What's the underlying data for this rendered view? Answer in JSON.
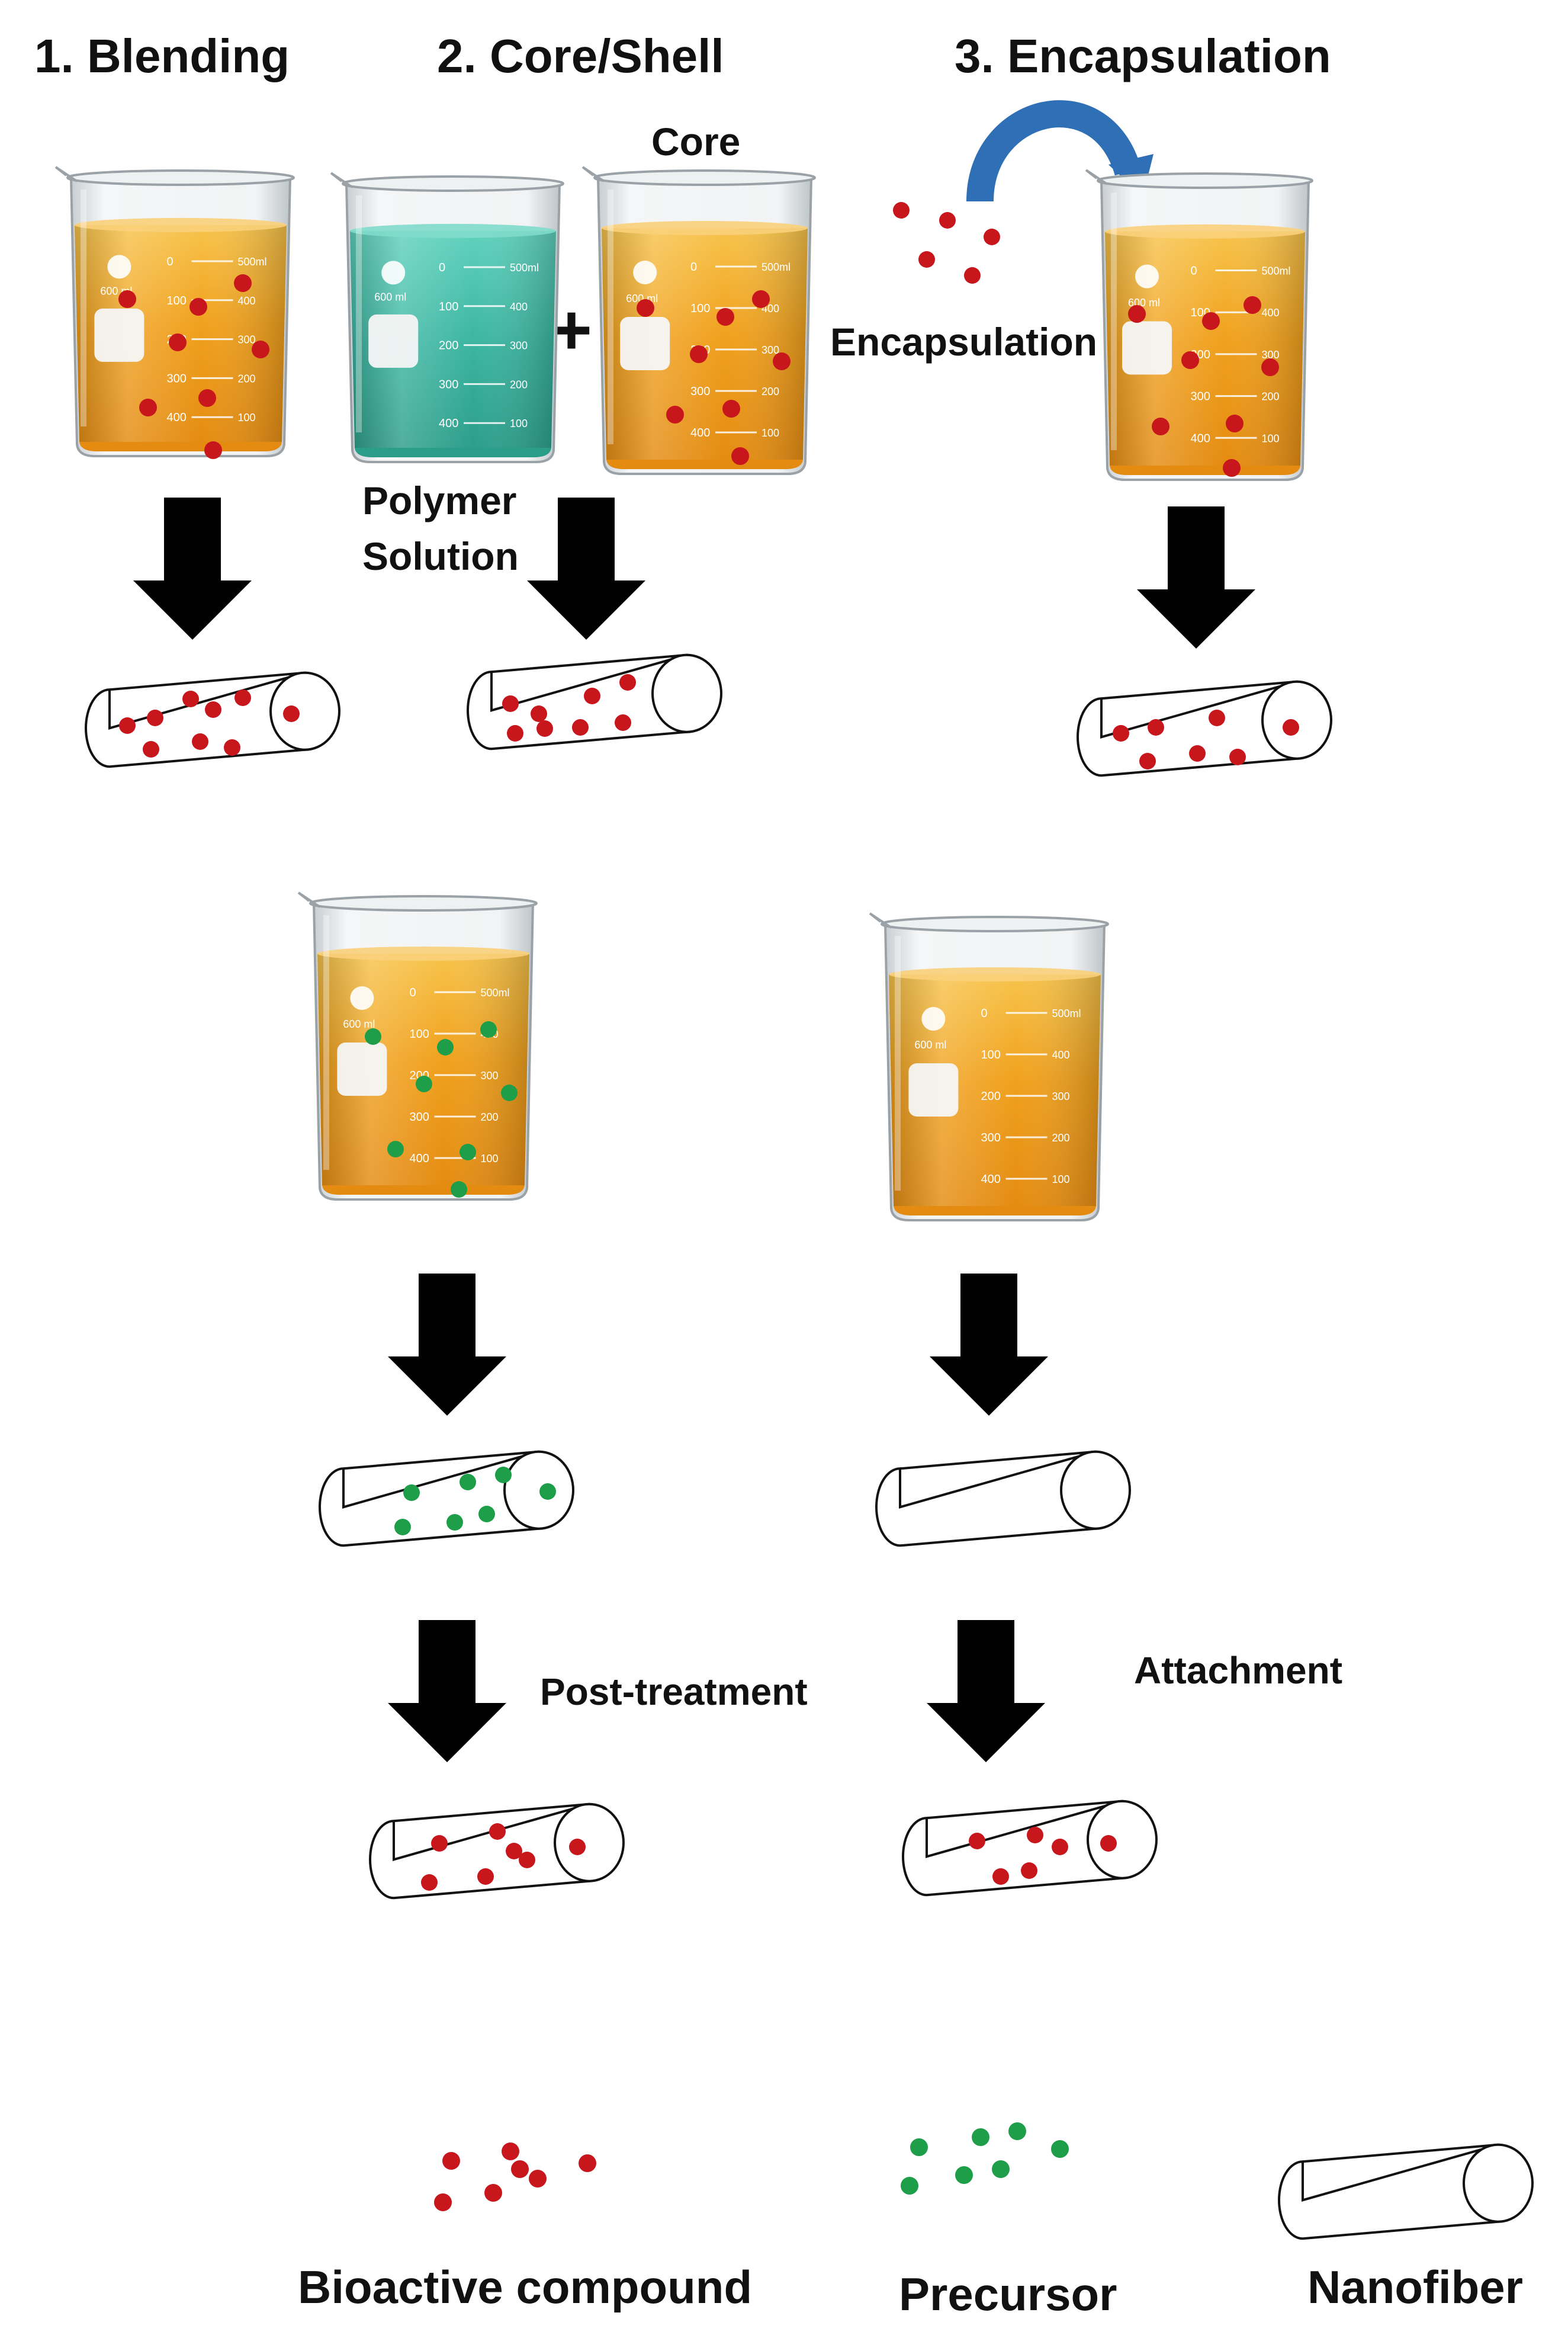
{
  "headings": {
    "blending": "1. Blending",
    "core_shell": "2. Core/Shell",
    "encapsulation": "3. Encapsulation"
  },
  "labels": {
    "core": "Core",
    "plus": "+",
    "polymer_solution_line1": "Polymer",
    "polymer_solution_line2": "Solution",
    "encapsulation_step": "Encapsulation",
    "post_treatment": "Post-treatment",
    "attachment": "Attachment"
  },
  "legend": {
    "bioactive_compound": "Bioactive compound",
    "precursor": "Precursor",
    "nanofiber": "Nanofiber"
  },
  "beaker_markings": {
    "capacity": "600 ml",
    "top_mark": "500ml",
    "left_scale": [
      "0",
      "100",
      "200",
      "300",
      "400"
    ],
    "right_scale": [
      "500ml",
      "400",
      "300",
      "200",
      "100"
    ]
  },
  "colors": {
    "bioactive": "#c8161d",
    "precursor": "#1f9e4a",
    "liquid_amber": "#f0a01c",
    "liquid_teal": "#3bb5a0",
    "arrow": "#000000",
    "curved_arrow": "#2f6fb5"
  }
}
